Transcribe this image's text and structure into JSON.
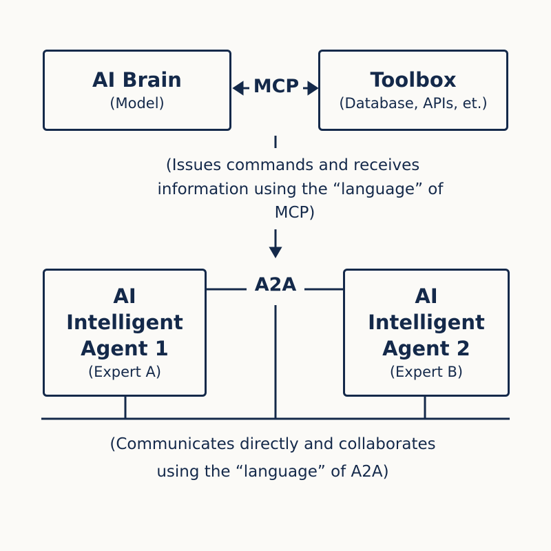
{
  "top": {
    "brain": {
      "title": "AI Brain",
      "subtitle": "(Model)"
    },
    "toolbox": {
      "title": "Toolbox",
      "subtitle": "(Database, APIs, et.)"
    },
    "link_label": "MCP"
  },
  "middle_note": [
    "(Issues commands and receives",
    "information using the “language” of",
    "MCP)"
  ],
  "bottom": {
    "agent1": {
      "title_lines": [
        "AI",
        "Intelligent",
        "Agent 1"
      ],
      "subtitle": "(Expert A)"
    },
    "agent2": {
      "title_lines": [
        "AI",
        "Intelligent",
        "Agent 2"
      ],
      "subtitle": "(Expert B)"
    },
    "link_label": "A2A"
  },
  "bottom_note": [
    "(Communicates directly and collaborates",
    "using the “language” of A2A)"
  ],
  "colors": {
    "ink": "#14294a",
    "background": "#fbfaf7"
  }
}
